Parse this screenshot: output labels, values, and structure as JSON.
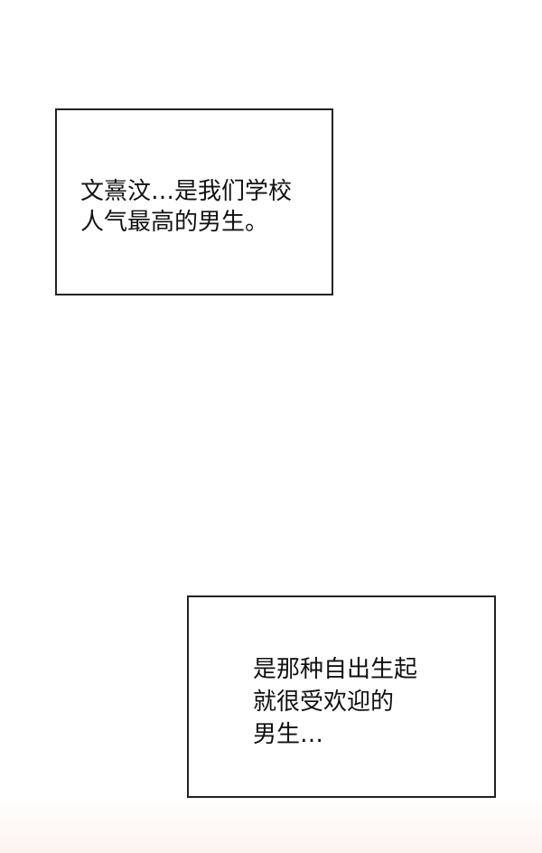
{
  "captions": [
    {
      "lines": [
        "文熹汶…是我们学校",
        "人气最高的男生。"
      ]
    },
    {
      "lines": [
        "是那种自出生起",
        "就很受欢迎的",
        "男生…"
      ]
    }
  ]
}
